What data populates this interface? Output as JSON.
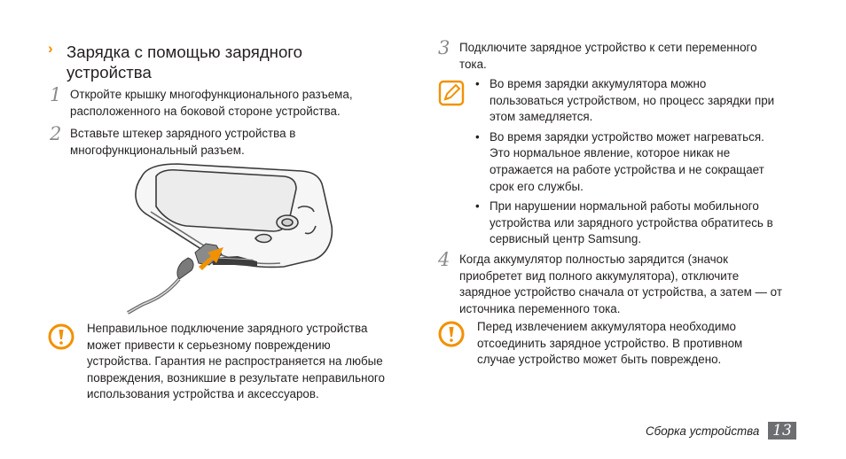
{
  "section": {
    "chevron": "›",
    "title_line1": "Зарядка с помощью зарядного",
    "title_line2": "устройства"
  },
  "steps": [
    {
      "num": "1",
      "lines": [
        "Откройте крышку многофункционального разъема,",
        "расположенного на боковой стороне устройства."
      ]
    },
    {
      "num": "2",
      "lines": [
        "Вставьте штекер зарядного устройства в",
        "многофункциональный разъем."
      ]
    },
    {
      "num": "3",
      "lines": [
        "Подключите зарядное устройство к сети переменного",
        "тока."
      ]
    },
    {
      "num": "4",
      "lines": [
        "Когда аккумулятор полностью зарядится (значок",
        "приобретет вид полного аккумулятора), отключите",
        "зарядное устройство сначала от устройства, а затем — от",
        "источника переменного тока."
      ]
    }
  ],
  "note": {
    "icon": "note-pencil-icon",
    "bullet": "•",
    "items": [
      [
        "Во время зарядки аккумулятора можно",
        "пользоваться устройством, но процесс зарядки при",
        "этом замедляется."
      ],
      [
        "Во время зарядки устройство может нагреваться.",
        "Это нормальное явление, которое никак не",
        "отражается на работе устройства и не сокращает",
        "срок его службы."
      ],
      [
        "При нарушении нормальной работы мобильного",
        "устройства или зарядного устройства обратитесь в",
        "сервисный центр Samsung."
      ]
    ]
  },
  "warnings": [
    {
      "icon": "warning-exclamation-icon",
      "lines": [
        "Неправильное подключение зарядного устройства",
        "может привести к серьезному повреждению",
        "устройства. Гарантия не распространяется на любые",
        "повреждения, возникшие в результате неправильного",
        "использования устройства и аксессуаров."
      ]
    },
    {
      "icon": "warning-exclamation-icon",
      "lines": [
        "Перед извлечением аккумулятора необходимо",
        "отсоединить зарядное устройство. В противном",
        "случае устройство может быть повреждено."
      ]
    }
  ],
  "illustration": {
    "icon": "phone-charger-illustration"
  },
  "footer": {
    "section_label": "Сборка устройства",
    "page_number": "13"
  },
  "colors": {
    "accent": "#f29100",
    "page_badge": "#6d6e71"
  }
}
